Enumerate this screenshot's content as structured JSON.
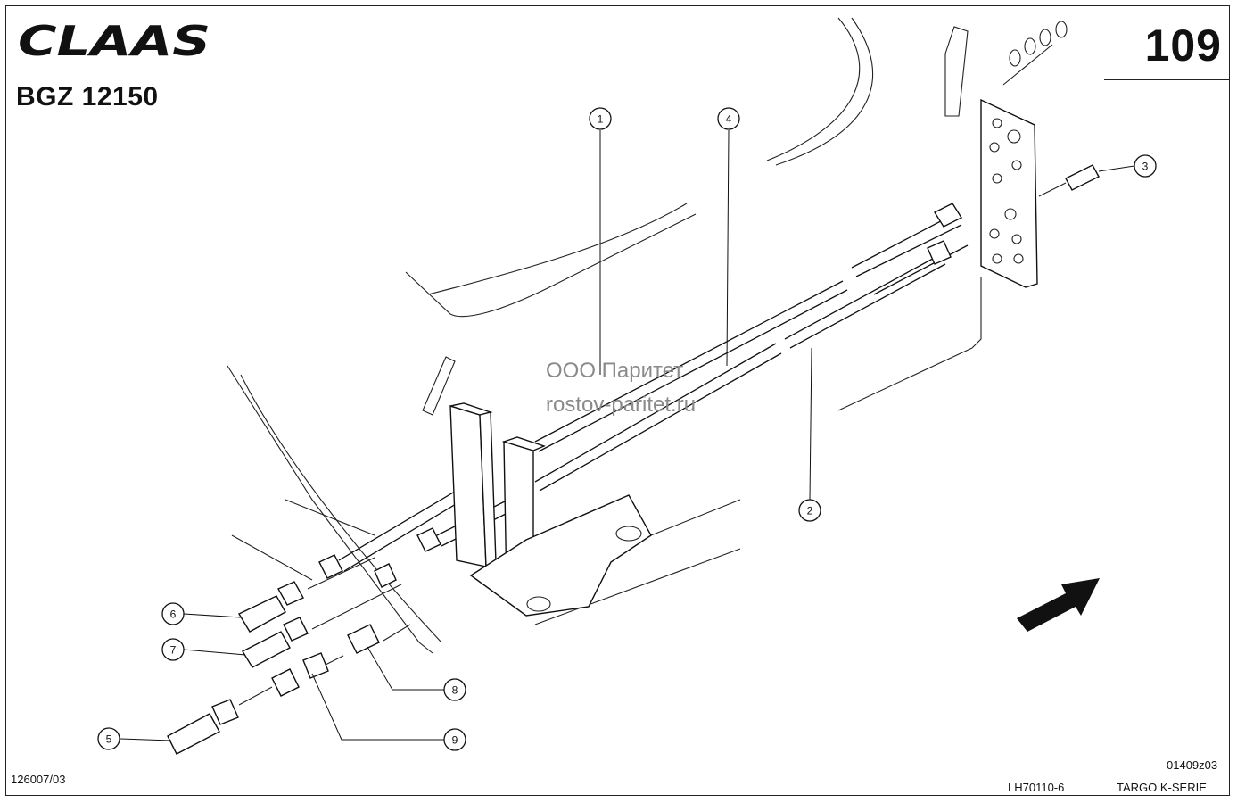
{
  "header": {
    "brand": "CLAAS",
    "doc_code": "BGZ 12150",
    "page_number": "109"
  },
  "watermark": {
    "company": "ООО Паритет",
    "url": "rostov-paritet.ru"
  },
  "callouts": [
    {
      "id": "callout-1",
      "label": "1"
    },
    {
      "id": "callout-2",
      "label": "2"
    },
    {
      "id": "callout-3",
      "label": "3"
    },
    {
      "id": "callout-4",
      "label": "4"
    },
    {
      "id": "callout-5",
      "label": "5"
    },
    {
      "id": "callout-6",
      "label": "6"
    },
    {
      "id": "callout-7",
      "label": "7"
    },
    {
      "id": "callout-8",
      "label": "8"
    },
    {
      "id": "callout-9",
      "label": "9"
    }
  ],
  "footer": {
    "left_code": "126007/03",
    "drawing_code": "01409z03",
    "reference": "LH70110-6",
    "series": "TARGO K-SERIE"
  },
  "colors": {
    "ink": "#111111",
    "watermark": "#8a8a8a",
    "paper": "#ffffff"
  }
}
